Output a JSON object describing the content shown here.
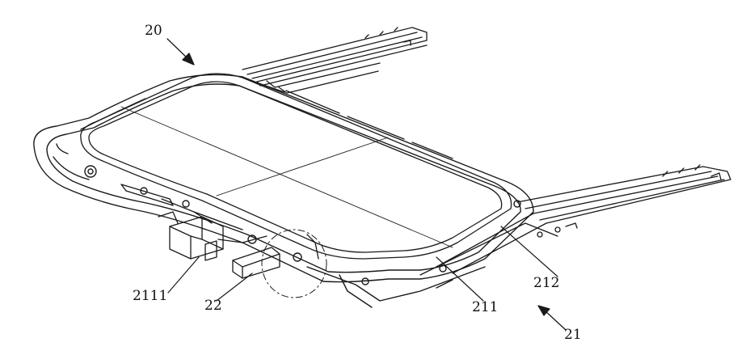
{
  "figure": {
    "labels": {
      "assembly": "20",
      "sunroof_unit": "21",
      "frame": "211",
      "glass_panel": "212",
      "drive_mechanism": "22",
      "motor": "2111"
    }
  }
}
